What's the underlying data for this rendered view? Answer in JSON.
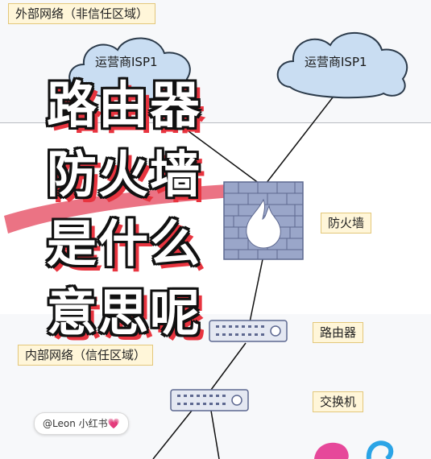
{
  "zones": {
    "outer_label": "外部网络（非信任区域）",
    "inner_label": "内部网络（信任区域）"
  },
  "clouds": [
    {
      "label": "运营商ISP1"
    },
    {
      "label": "运营商ISP1"
    }
  ],
  "devices": {
    "firewall_label": "防火墙",
    "router_label": "路由器",
    "switch_label": "交换机"
  },
  "overlay_title": {
    "line1": "路由器",
    "line2": "防火墙",
    "line3": "是什么",
    "line4": "意思呢"
  },
  "watermark": {
    "text": "@Leon 小红书",
    "heart": "💗"
  },
  "colors": {
    "cloud_fill": "#c9ddf2",
    "cloud_stroke": "#2b3a4a",
    "label_bg": "#fff6d9",
    "brick": "#9aa6c9",
    "title_shadow": "#e8343f",
    "brush": "#e75a6e"
  }
}
